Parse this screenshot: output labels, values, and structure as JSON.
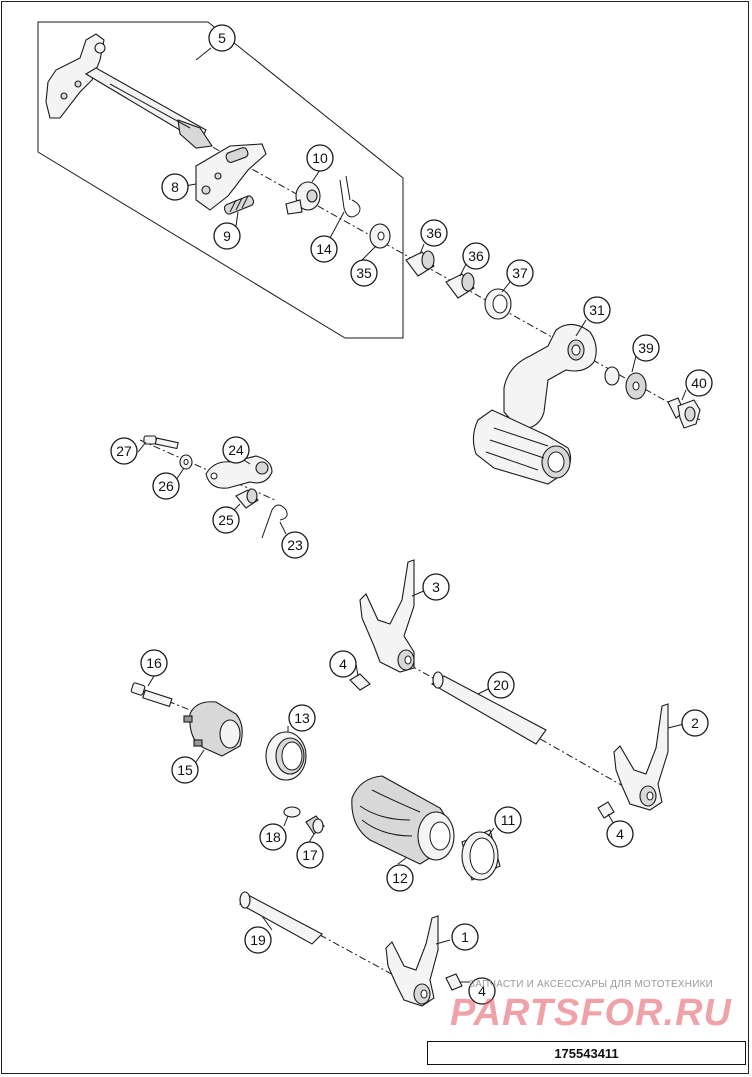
{
  "callouts": [
    {
      "id": "c5",
      "label": "5"
    },
    {
      "id": "c8",
      "label": "8"
    },
    {
      "id": "c9",
      "label": "9"
    },
    {
      "id": "c10",
      "label": "10"
    },
    {
      "id": "c14",
      "label": "14"
    },
    {
      "id": "c35",
      "label": "35"
    },
    {
      "id": "c36a",
      "label": "36"
    },
    {
      "id": "c36b",
      "label": "36"
    },
    {
      "id": "c37",
      "label": "37"
    },
    {
      "id": "c31",
      "label": "31"
    },
    {
      "id": "c39",
      "label": "39"
    },
    {
      "id": "c40",
      "label": "40"
    },
    {
      "id": "c27",
      "label": "27"
    },
    {
      "id": "c24",
      "label": "24"
    },
    {
      "id": "c26",
      "label": "26"
    },
    {
      "id": "c25",
      "label": "25"
    },
    {
      "id": "c23",
      "label": "23"
    },
    {
      "id": "c3",
      "label": "3"
    },
    {
      "id": "c4a",
      "label": "4"
    },
    {
      "id": "c20",
      "label": "20"
    },
    {
      "id": "c2",
      "label": "2"
    },
    {
      "id": "c4b",
      "label": "4"
    },
    {
      "id": "c16",
      "label": "16"
    },
    {
      "id": "c13",
      "label": "13"
    },
    {
      "id": "c15",
      "label": "15"
    },
    {
      "id": "c18",
      "label": "18"
    },
    {
      "id": "c17",
      "label": "17"
    },
    {
      "id": "c11",
      "label": "11"
    },
    {
      "id": "c12",
      "label": "12"
    },
    {
      "id": "c19",
      "label": "19"
    },
    {
      "id": "c1",
      "label": "1"
    },
    {
      "id": "c4c",
      "label": "4"
    }
  ],
  "watermark": {
    "subtitle": "ЗАПЧАСТИ И АКСЕССУАРЫ ДЛЯ МОТОТЕХНИКИ",
    "brand": "PARTSFOR.RU"
  },
  "part_number": "175543411",
  "colors": {
    "line": "#1a1a1a",
    "watermark": "#e25862"
  }
}
